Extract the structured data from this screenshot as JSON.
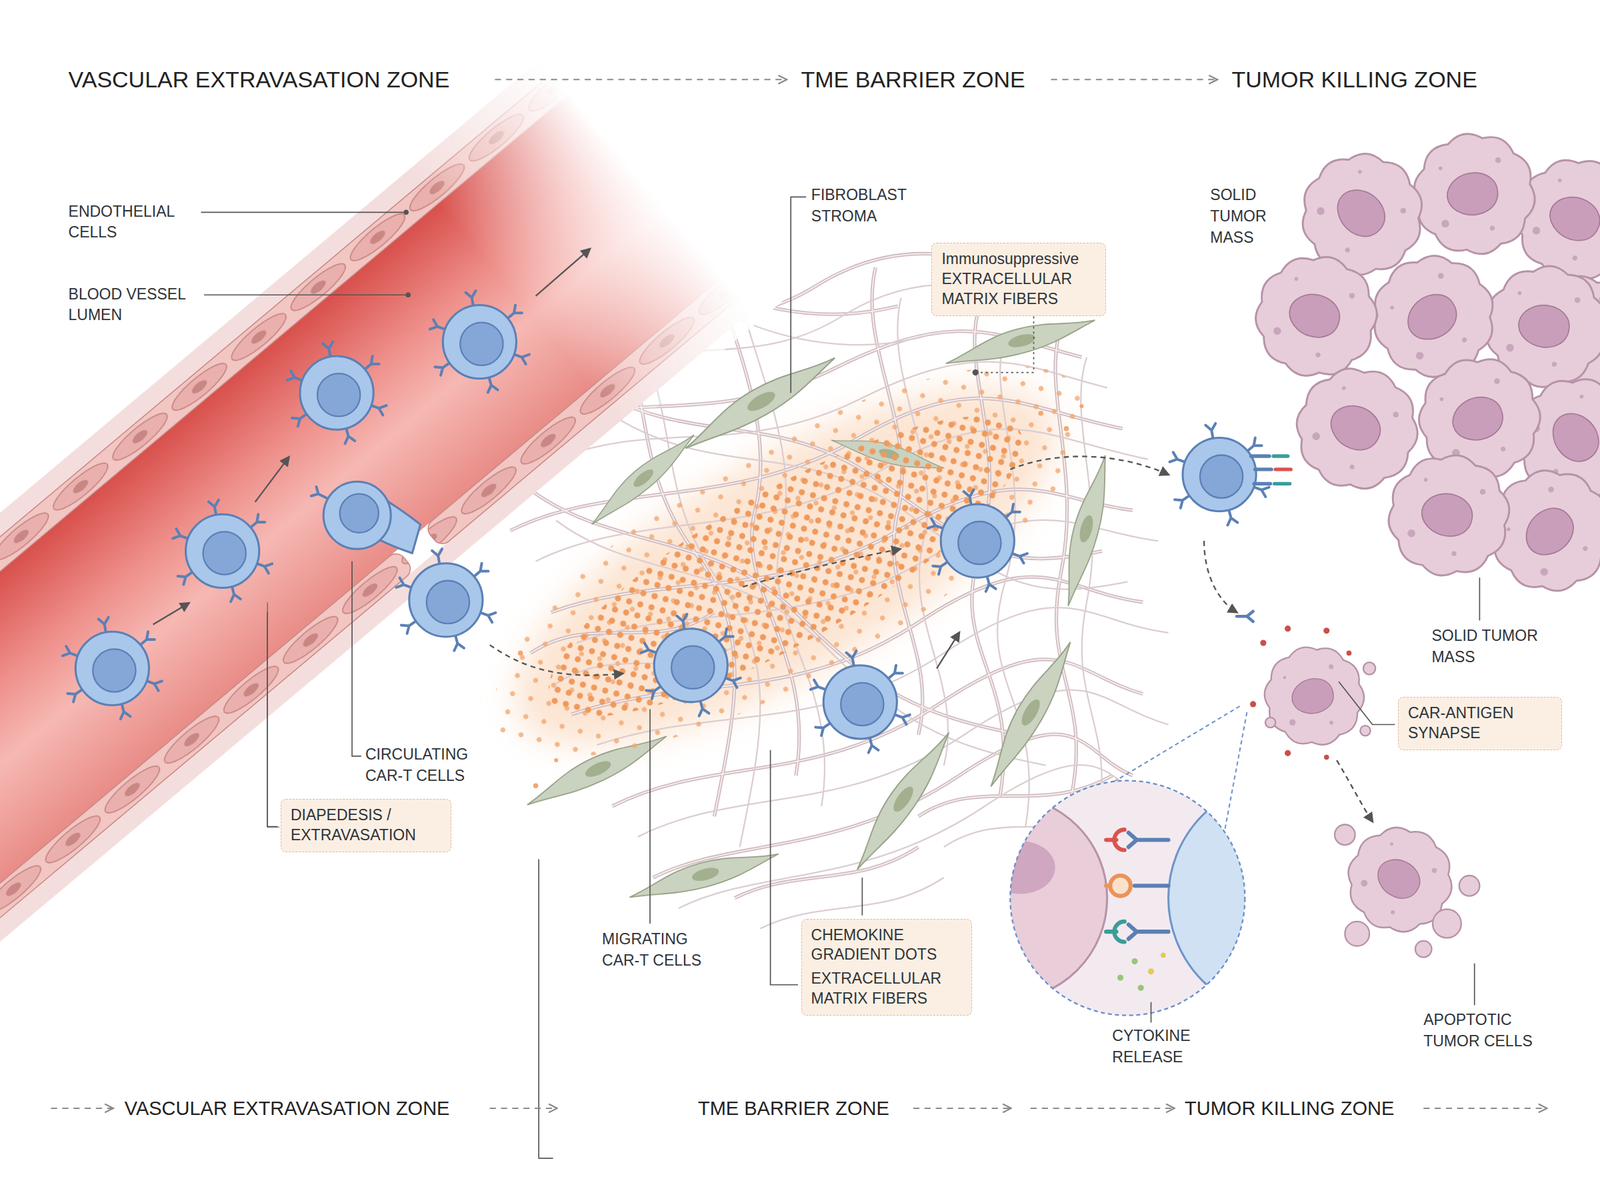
{
  "diagram": {
    "nodes": [
      {
        "text": [
          "Immunosuppressive EXTRACELLULAR MATRIX FIBERS"
        ]
      },
      {
        "text": [
          "DIAPEDESIS / EXTRAVASATION"
        ]
      },
      {
        "text": [
          "CHEMOKINE GRADIENT DOTS",
          "EXTRACELLULAR MATRIX FIBERS"
        ]
      },
      {
        "text": [
          "CAR-ANTIGEN SYNAPSE"
        ]
      }
    ],
    "labels": [
      "VASCULAR EXTRAVASATION ZONE",
      "TME BARRIER ZONE",
      "TUMOR KILLING ZONE",
      "ENDOTHELIAL CELLS",
      "BLOOD VESSEL LUMEN",
      "FIBROBLAST STROMA",
      "SOLID TUMOR MASS",
      "CIRCULATING CAR-T CELLS",
      "SOLID TUMOR MASS",
      "MIGRATING CAR-T CELLS",
      "APOPTOTIC TUMOR CELLS",
      "CYTOKINE RELEASE",
      "VASCULAR EXTRAVASATION ZONE",
      "TME BARRIER ZONE",
      "TUMOR KILLING ZONE"
    ]
  }
}
